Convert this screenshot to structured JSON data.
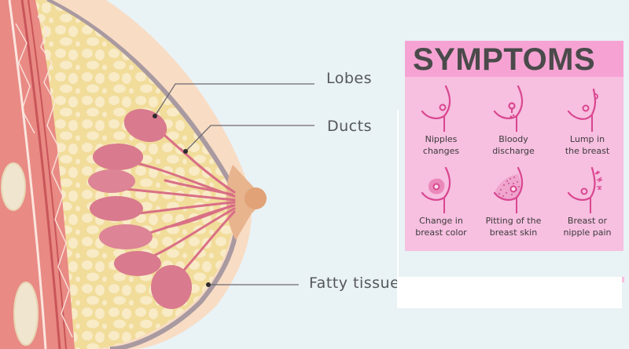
{
  "diagram": {
    "labels": {
      "lobes": "Lobes",
      "ducts": "Ducts",
      "fatty_tissue": "Fatty tissue"
    },
    "colors": {
      "background": "#e9f2f5",
      "skin": "#f8dcc4",
      "fat": "#f1dc9a",
      "fat_cells": "#f8ebc6",
      "lobe": "#d97a8e",
      "duct": "#d86a84",
      "muscle": "#e98a84",
      "areola": "#e8b48e",
      "nipple": "#e0a276",
      "outline": "#a99aa1"
    }
  },
  "symptoms": {
    "title": "SYMPTOMS",
    "title_bar_color": "#f6a3d4",
    "card_color": "#f7bfe0",
    "icon_color": "#d9468f",
    "items": [
      {
        "label": "Nipples\nchanges",
        "icon": "nipple-change-icon"
      },
      {
        "label": "Bloody\ndischarge",
        "icon": "bloody-discharge-icon"
      },
      {
        "label": "Lump in\nthe breast",
        "icon": "lump-icon"
      },
      {
        "label": "Change in\nbreast color",
        "icon": "color-change-icon"
      },
      {
        "label": "Pitting of the\nbreast skin",
        "icon": "pitting-icon"
      },
      {
        "label": "Breast or\nnipple pain",
        "icon": "pain-icon"
      }
    ]
  }
}
